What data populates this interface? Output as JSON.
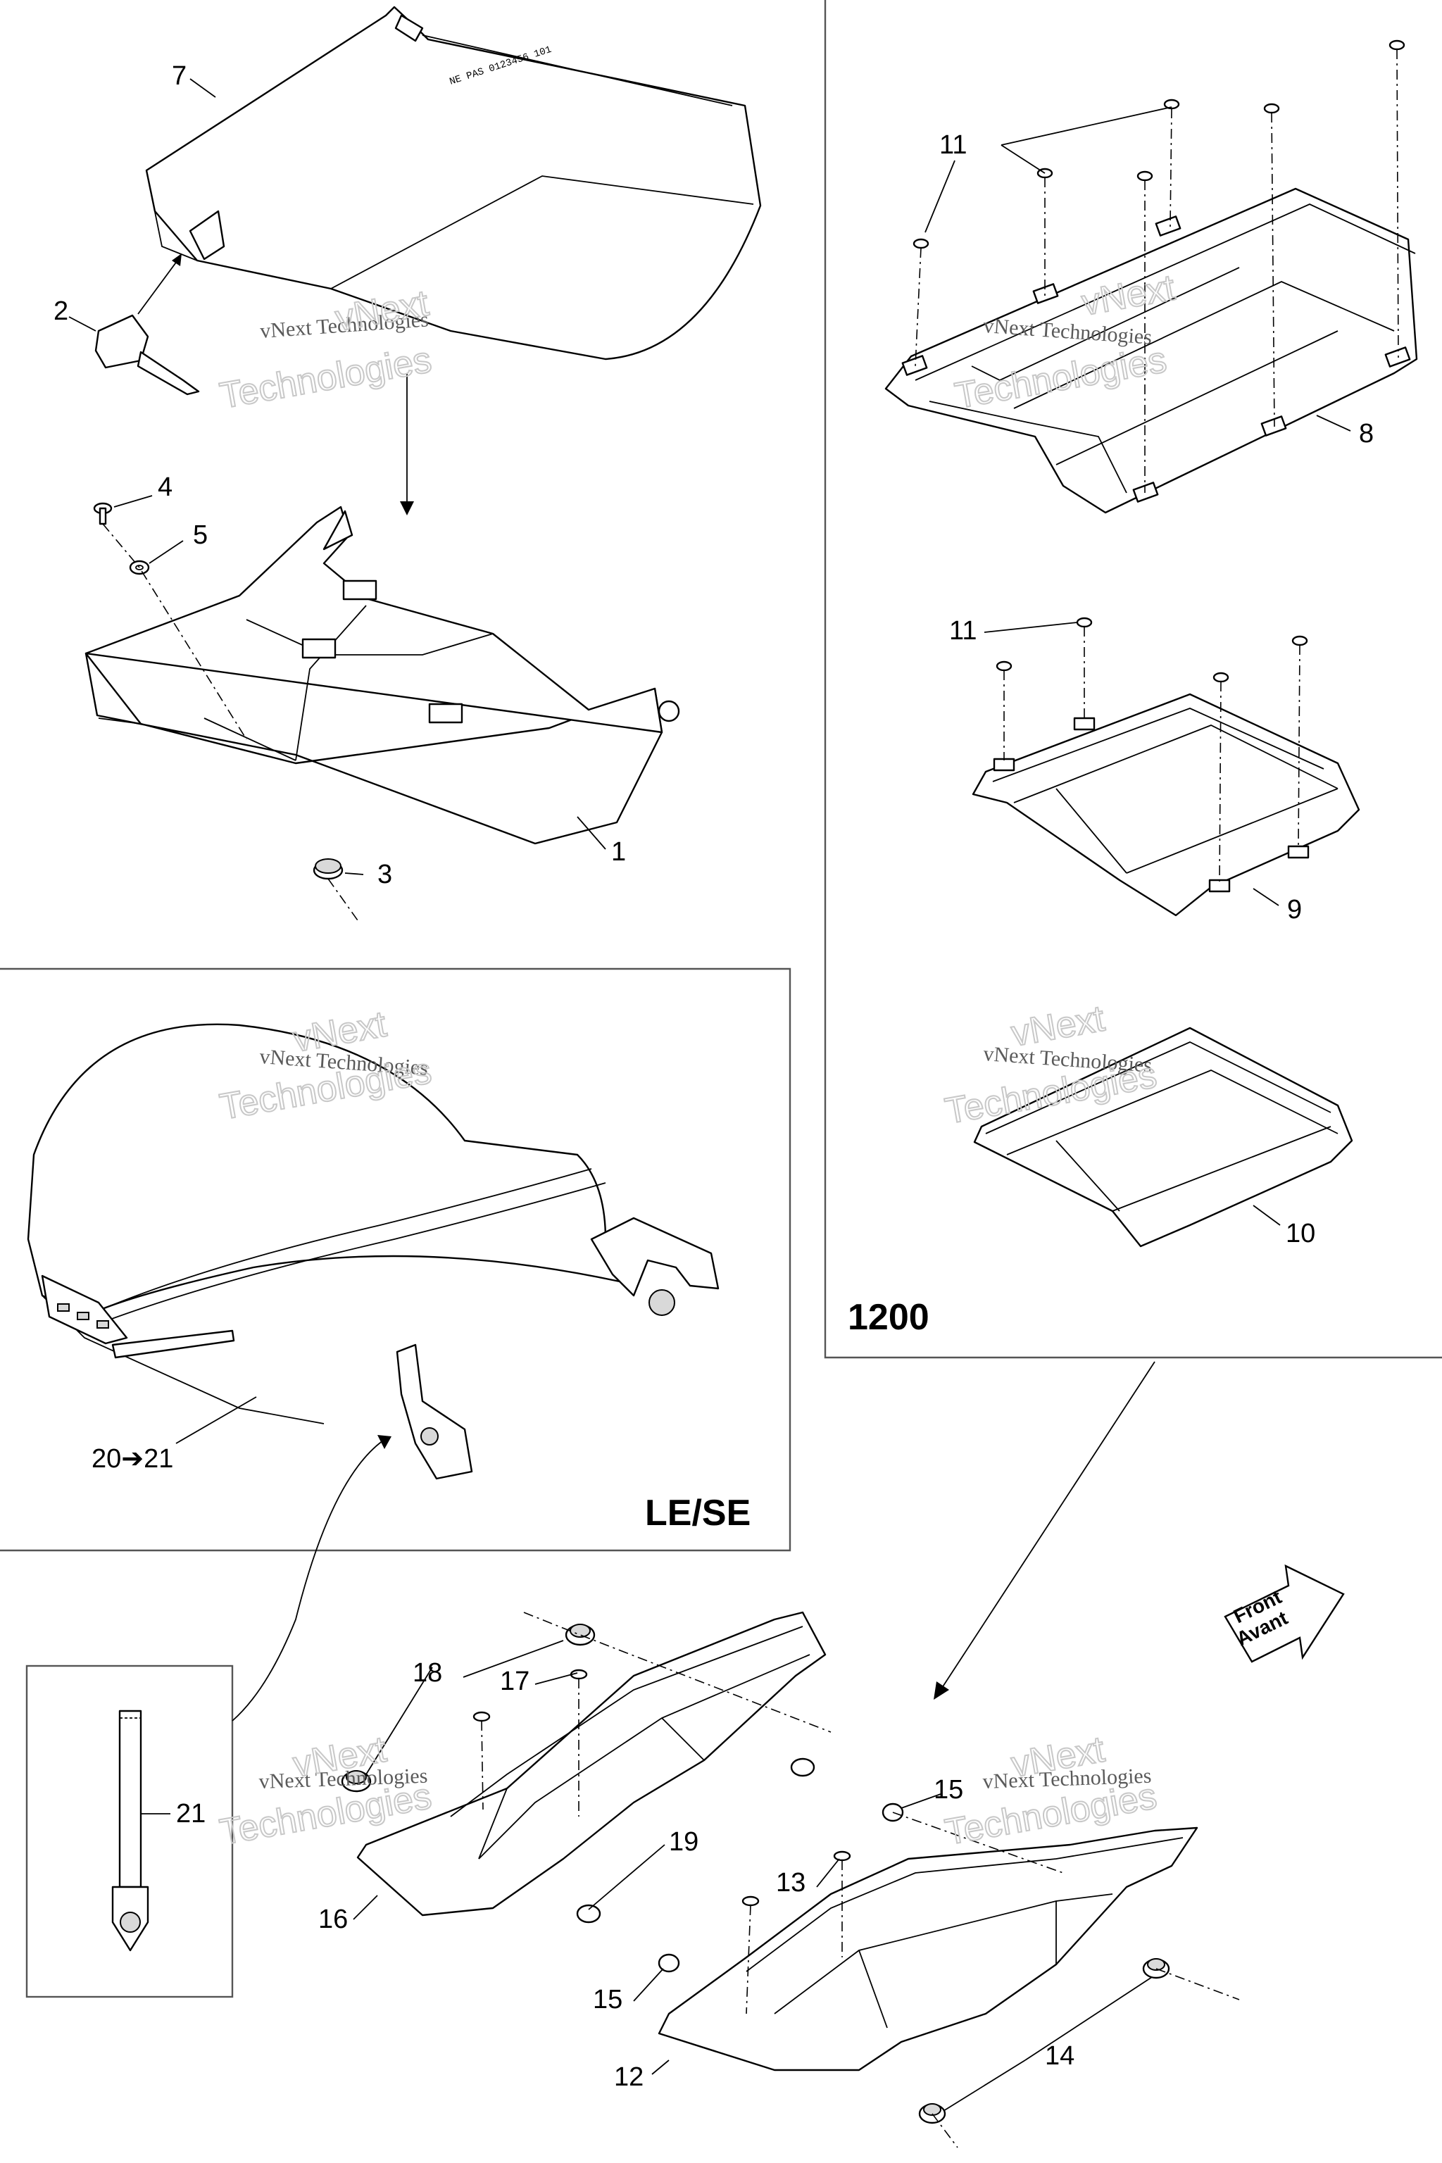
{
  "diagram": {
    "callouts": {
      "c1": "1",
      "c2": "2",
      "c3": "3",
      "c4": "4",
      "c5": "5",
      "c7": "7",
      "c8": "8",
      "c9": "9",
      "c10": "10",
      "c11a": "11",
      "c11b": "11",
      "c12": "12",
      "c13": "13",
      "c14": "14",
      "c15a": "15",
      "c15b": "15",
      "c16": "16",
      "c17": "17",
      "c18": "18",
      "c19": "19",
      "c20_21": "20➔21",
      "c21": "21"
    },
    "panel_labels": {
      "p1200": "1200",
      "le_se": "LE/SE"
    },
    "direction_arrow": {
      "line1": "Front",
      "line2": "Avant"
    },
    "watermarks": {
      "line1": "vNext Technologies",
      "line2": "vNext",
      "line3": "Technologies"
    }
  }
}
